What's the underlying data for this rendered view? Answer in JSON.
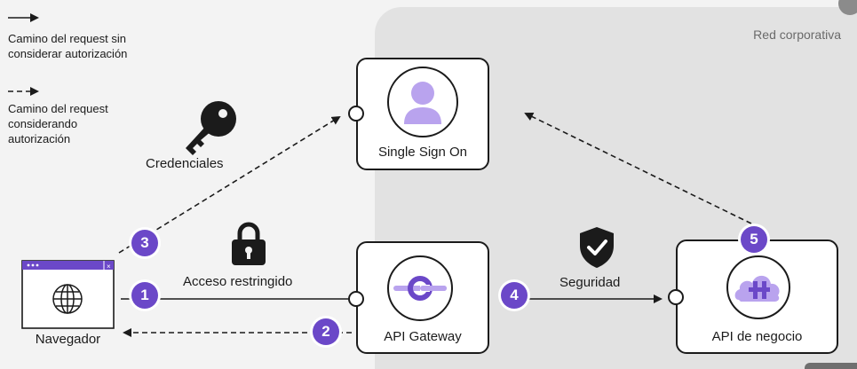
{
  "legend": {
    "solid_label": "Camino del request sin considerar autorización",
    "dashed_label": "Camino del request considerando autorización"
  },
  "zone": {
    "label": "Red corporativa"
  },
  "nodes": {
    "browser": "Navegador",
    "sso": "Single Sign On",
    "gateway": "API Gateway",
    "business_api": "API de negocio"
  },
  "edge_labels": {
    "credentials": "Credenciales",
    "restricted_access": "Acceso restringido",
    "security": "Seguridad"
  },
  "steps": [
    "1",
    "2",
    "3",
    "4",
    "5"
  ],
  "colors": {
    "accent": "#6b48c8",
    "accent_light": "#b9a3ee",
    "ink": "#1b1b1b",
    "zone": "#e2e2e2"
  },
  "icons": [
    "key-icon",
    "lock-icon",
    "shield-check-icon",
    "globe-icon",
    "user-icon",
    "gateway-icon",
    "cloud-plus-icon"
  ]
}
